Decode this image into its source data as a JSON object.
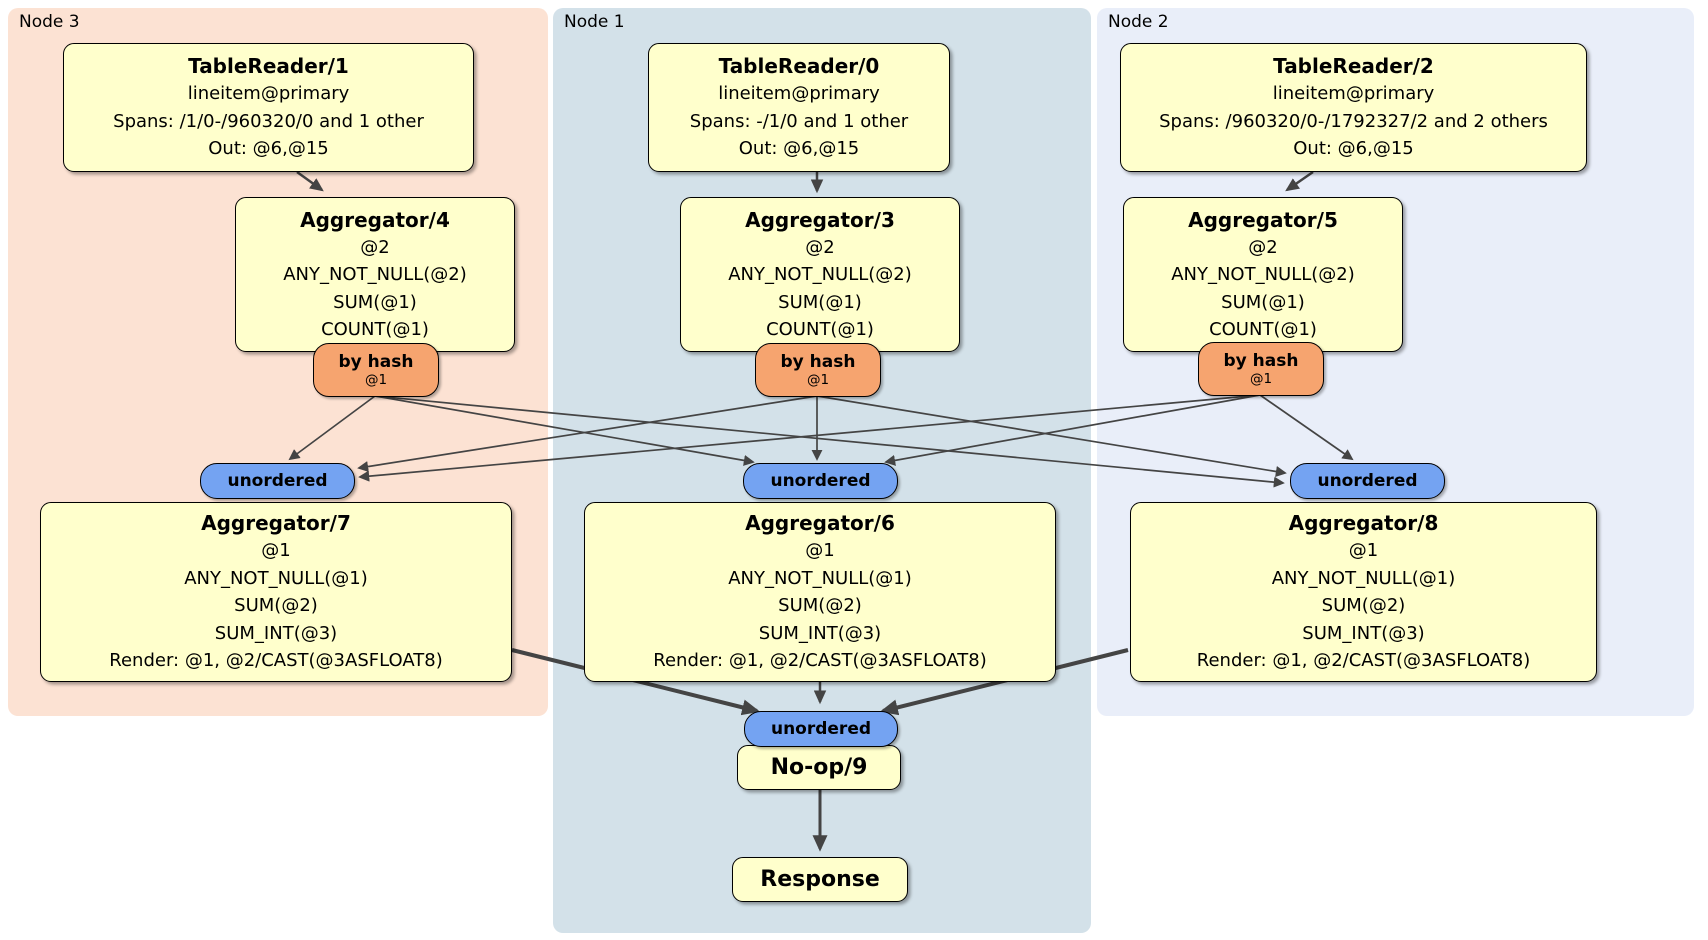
{
  "diagram": {
    "regions": [
      {
        "id": "node3",
        "label": "Node 3"
      },
      {
        "id": "node1",
        "label": "Node 1"
      },
      {
        "id": "node2",
        "label": "Node 2"
      }
    ],
    "processors": {
      "tablereader1": {
        "title": "TableReader/1",
        "lines": [
          "lineitem@primary",
          "Spans: /1/0-/960320/0 and 1 other",
          "Out: @6,@15"
        ]
      },
      "tablereader0": {
        "title": "TableReader/0",
        "lines": [
          "lineitem@primary",
          "Spans: -/1/0 and 1 other",
          "Out: @6,@15"
        ]
      },
      "tablereader2": {
        "title": "TableReader/2",
        "lines": [
          "lineitem@primary",
          "Spans: /960320/0-/1792327/2 and 2 others",
          "Out: @6,@15"
        ]
      },
      "aggregator4": {
        "title": "Aggregator/4",
        "lines": [
          "@2",
          "ANY_NOT_NULL(@2)",
          "SUM(@1)",
          "COUNT(@1)"
        ]
      },
      "aggregator3": {
        "title": "Aggregator/3",
        "lines": [
          "@2",
          "ANY_NOT_NULL(@2)",
          "SUM(@1)",
          "COUNT(@1)"
        ]
      },
      "aggregator5": {
        "title": "Aggregator/5",
        "lines": [
          "@2",
          "ANY_NOT_NULL(@2)",
          "SUM(@1)",
          "COUNT(@1)"
        ]
      },
      "aggregator7": {
        "title": "Aggregator/7",
        "lines": [
          "@1",
          "ANY_NOT_NULL(@1)",
          "SUM(@2)",
          "SUM_INT(@3)",
          "Render: @1, @2/CAST(@3ASFLOAT8)"
        ]
      },
      "aggregator6": {
        "title": "Aggregator/6",
        "lines": [
          "@1",
          "ANY_NOT_NULL(@1)",
          "SUM(@2)",
          "SUM_INT(@3)",
          "Render: @1, @2/CAST(@3ASFLOAT8)"
        ]
      },
      "aggregator8": {
        "title": "Aggregator/8",
        "lines": [
          "@1",
          "ANY_NOT_NULL(@1)",
          "SUM(@2)",
          "SUM_INT(@3)",
          "Render: @1, @2/CAST(@3ASFLOAT8)"
        ]
      },
      "noop9": {
        "title": "No-op/9"
      },
      "response": {
        "title": "Response"
      }
    },
    "router": {
      "label": "by hash",
      "detail": "@1"
    },
    "sync": {
      "label": "unordered"
    },
    "colors": {
      "node3_bg": "#fce2d3",
      "node1_bg": "#d3e1e9",
      "node2_bg": "#e9eef9",
      "box_fill": "#ffffcc",
      "router_fill": "#f6a46f",
      "sync_fill": "#74a3f2",
      "edge": "#444444"
    }
  }
}
